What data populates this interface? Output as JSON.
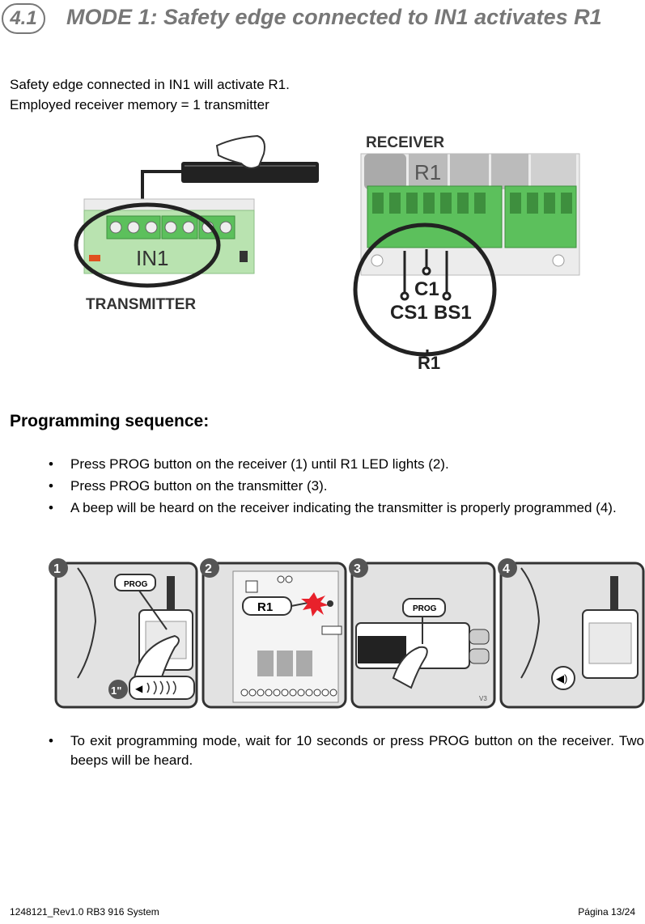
{
  "heading": {
    "number": "4.1",
    "title": "MODE 1: Safety edge connected to IN1 activates R1"
  },
  "intro": {
    "line1": "Safety edge connected in IN1 will activate R1.",
    "line2": "Employed receiver memory  = 1 transmitter"
  },
  "diagram": {
    "transmitter_label": "TRANSMITTER",
    "input_label": "IN1",
    "receiver_label": "RECEIVER",
    "relay_label": "R1",
    "c1_label": "C1",
    "cs1_label": "CS1",
    "bs1_label": "BS1",
    "r1_bottom_label": "R1"
  },
  "programming": {
    "heading": "Programming sequence:",
    "steps": [
      "Press PROG button on the receiver (1) until R1 LED lights (2).",
      "Press PROG button on the transmitter (3).",
      "A beep will be heard on the receiver indicating the transmitter is properly programmed (4)."
    ],
    "exit_step": "To exit programming mode, wait for 10 seconds or press PROG button on the receiver. Two beeps will be heard."
  },
  "panels": {
    "p1_number": "1",
    "p2_number": "2",
    "p3_number": "3",
    "p4_number": "4",
    "prog_label_1": "PROG",
    "prog_label_3": "PROG",
    "time_label": "1\"",
    "r1_label": "R1",
    "version_label": "V3"
  },
  "footer": {
    "left": "1248121_Rev1.0 RB3 916 System",
    "right": "Página 13/24"
  },
  "colors": {
    "heading_gray": "#777777",
    "terminal_green": "#5cc05c",
    "board_green": "#b9e3b0",
    "led_red": "#e8212b"
  }
}
